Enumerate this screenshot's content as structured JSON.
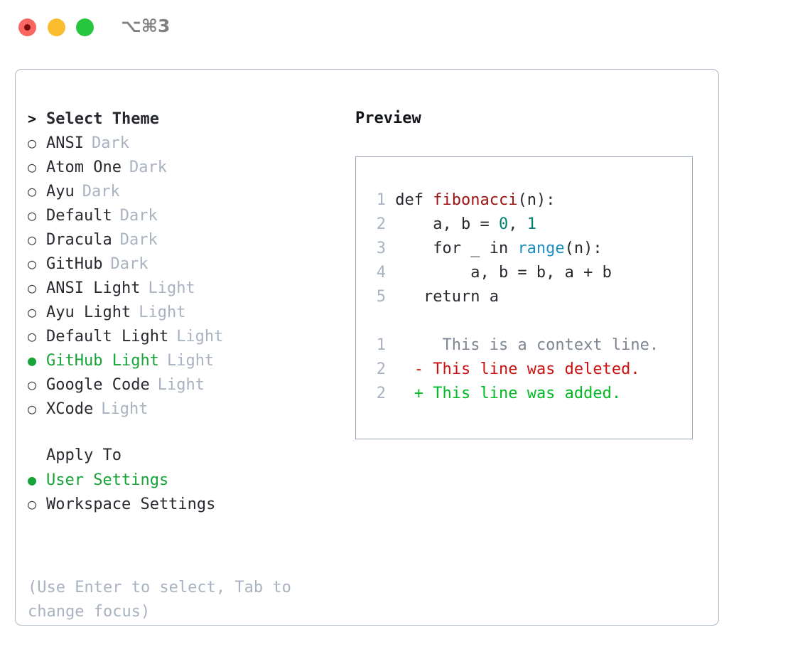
{
  "window": {
    "shortcut": "⌥⌘3",
    "traffic_lights": [
      {
        "name": "close",
        "color": "#f9655f",
        "recording_dot": "#7a0c0c"
      },
      {
        "name": "minimize",
        "color": "#fbbd2e"
      },
      {
        "name": "maximize",
        "color": "#26c63f"
      }
    ]
  },
  "theme_picker": {
    "header_marker": ">",
    "header": "Select Theme",
    "unselected_marker": "○",
    "selected_marker": "●",
    "items": [
      {
        "marker": "○",
        "label": "ANSI",
        "badge": "Dark",
        "selected": false
      },
      {
        "marker": "○",
        "label": "Atom One",
        "badge": "Dark",
        "selected": false
      },
      {
        "marker": "○",
        "label": "Ayu",
        "badge": "Dark",
        "selected": false
      },
      {
        "marker": "○",
        "label": "Default",
        "badge": "Dark",
        "selected": false
      },
      {
        "marker": "○",
        "label": "Dracula",
        "badge": "Dark",
        "selected": false
      },
      {
        "marker": "○",
        "label": "GitHub",
        "badge": "Dark",
        "selected": false
      },
      {
        "marker": "○",
        "label": "ANSI Light",
        "badge": "Light",
        "selected": false
      },
      {
        "marker": "○",
        "label": "Ayu Light",
        "badge": "Light",
        "selected": false
      },
      {
        "marker": "○",
        "label": "Default Light",
        "badge": "Light",
        "selected": false
      },
      {
        "marker": "●",
        "label": "GitHub Light",
        "badge": "Light",
        "selected": true
      },
      {
        "marker": "○",
        "label": "Google Code",
        "badge": "Light",
        "selected": false
      },
      {
        "marker": "○",
        "label": "XCode",
        "badge": "Light",
        "selected": false
      }
    ]
  },
  "apply_to": {
    "header": "Apply To",
    "items": [
      {
        "marker": "●",
        "label": "User Settings",
        "selected": true
      },
      {
        "marker": "○",
        "label": "Workspace Settings",
        "selected": false
      }
    ]
  },
  "hint": {
    "line1": "(Use Enter to select, Tab to",
    "line2": "change focus)"
  },
  "preview": {
    "title": "Preview",
    "code": [
      {
        "lineno": "1",
        "segments": [
          {
            "t": "def ",
            "c": "plain"
          },
          {
            "t": "fibonacci",
            "c": "fn"
          },
          {
            "t": "(n):",
            "c": "plain"
          }
        ]
      },
      {
        "lineno": "2",
        "segments": [
          {
            "t": "    a, b = ",
            "c": "plain"
          },
          {
            "t": "0",
            "c": "num"
          },
          {
            "t": ", ",
            "c": "plain"
          },
          {
            "t": "1",
            "c": "num"
          }
        ]
      },
      {
        "lineno": "3",
        "segments": [
          {
            "t": "    for _ in ",
            "c": "plain"
          },
          {
            "t": "range",
            "c": "call"
          },
          {
            "t": "(n):",
            "c": "plain"
          }
        ]
      },
      {
        "lineno": "4",
        "segments": [
          {
            "t": "        a, b = b, a + b",
            "c": "plain"
          }
        ]
      },
      {
        "lineno": "5",
        "segments": [
          {
            "t": "   return a",
            "c": "plain"
          }
        ]
      }
    ],
    "diff": [
      {
        "lineno": "1",
        "marker": " ",
        "text": "  This is a context line.",
        "kind": "ctx"
      },
      {
        "lineno": "2",
        "marker": "-",
        "text": " This line was deleted.",
        "kind": "del"
      },
      {
        "lineno": "2",
        "marker": "+",
        "text": " This line was added.",
        "kind": "add"
      }
    ]
  },
  "colors": {
    "selected_green": "#16a338",
    "badge_gray": "#a8b2c0",
    "diff_add": "#00bb22",
    "diff_del": "#cc1111",
    "fn_red": "#9c1211",
    "num_teal": "#047d72",
    "call_blue": "#1b8fc4"
  }
}
